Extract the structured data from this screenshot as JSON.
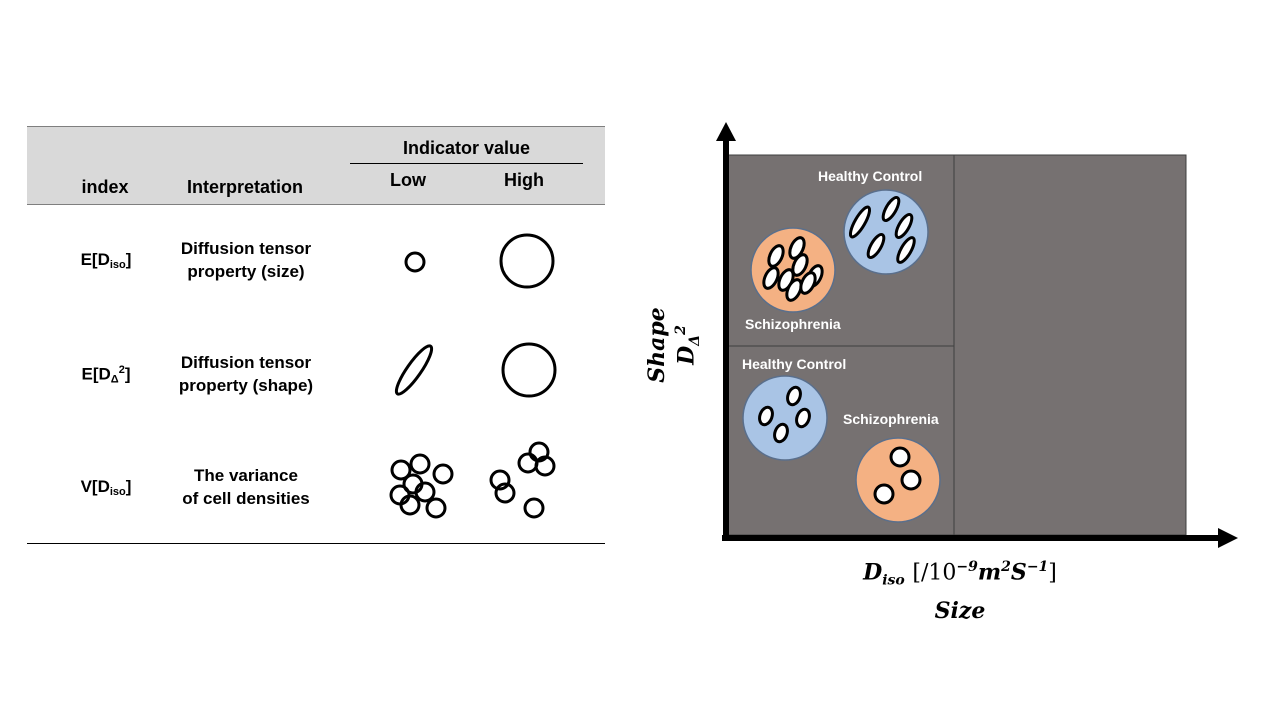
{
  "table": {
    "header": {
      "group_label": "Indicator value",
      "col_index": "index",
      "col_interpretation": "Interpretation",
      "col_low": "Low",
      "col_high": "High"
    },
    "rows": [
      {
        "index_main": "E[D",
        "index_script": "iso",
        "index_close": "]",
        "interpretation_line1": "Diffusion tensor",
        "interpretation_line2": "property (size)",
        "low_icon": "small-circle-icon",
        "high_icon": "large-circle-icon"
      },
      {
        "index_main": "E[D",
        "index_script": "Δ",
        "index_sup": "2",
        "index_close": "]",
        "interpretation_line1": "Diffusion tensor",
        "interpretation_line2": "property (shape)",
        "low_icon": "elongated-ellipse-icon",
        "high_icon": "round-circle-icon"
      },
      {
        "index_main": "V[D",
        "index_script": "iso",
        "index_close": "]",
        "interpretation_line1": "The variance",
        "interpretation_line2": "of cell densities",
        "low_icon": "dense-cell-cluster-icon",
        "high_icon": "sparse-cell-cluster-icon"
      }
    ]
  },
  "diagram": {
    "y_axis_title": "Shape",
    "y_axis_symbol": "D",
    "y_axis_symbol_sub": "Δ",
    "y_axis_symbol_sup": "2",
    "x_axis_symbol": "D",
    "x_axis_symbol_sub": "iso",
    "x_axis_unit": "[/10",
    "x_axis_unit_exp": "−9",
    "x_axis_unit_m": "m",
    "x_axis_unit_m_exp": "2",
    "x_axis_unit_s": "S",
    "x_axis_unit_s_exp": "−1",
    "x_axis_unit_close": "]",
    "x_axis_title": "Size",
    "upper_left": {
      "healthy_label": "Healthy Control",
      "schizophrenia_label": "Schizophrenia"
    },
    "lower_left": {
      "healthy_label": "Healthy Control",
      "schizophrenia_label": "Schizophrenia"
    },
    "colors": {
      "panel": "#767171",
      "healthy": "#a9c4e5",
      "schizophrenia": "#f4b183",
      "axis": "#000000"
    }
  }
}
